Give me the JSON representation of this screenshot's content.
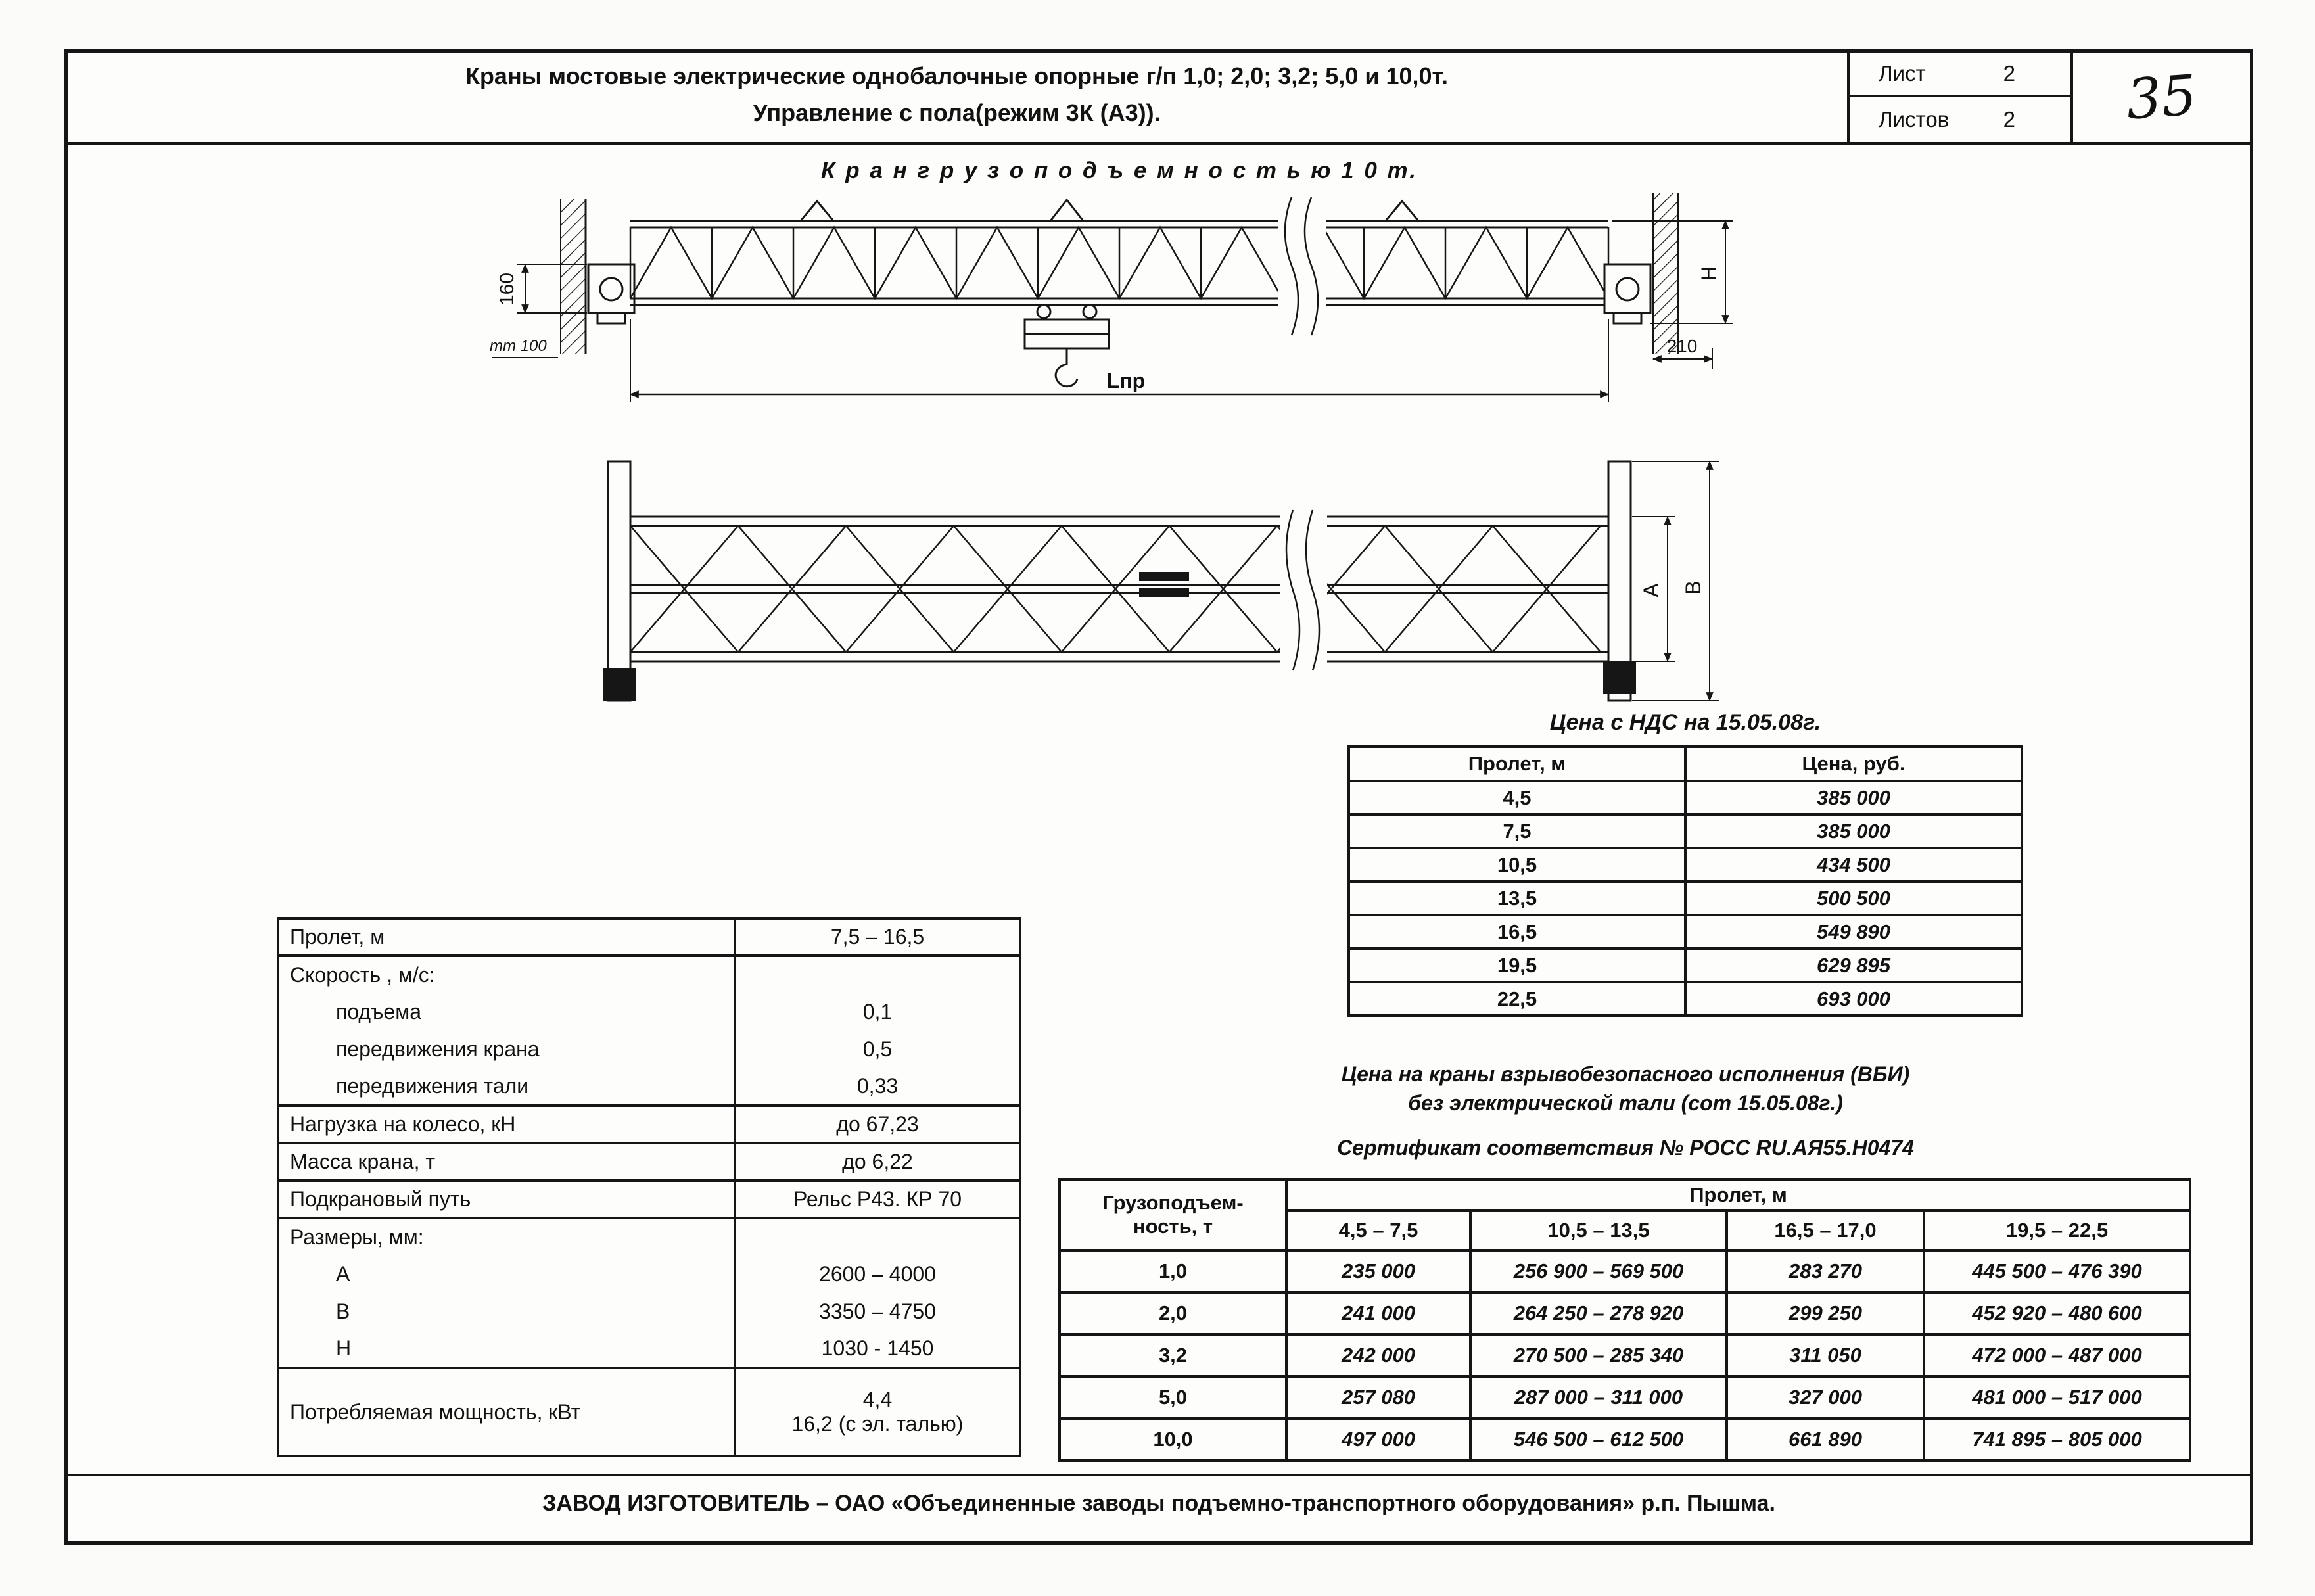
{
  "header": {
    "title_line1": "Краны мостовые электрические однобалочные опорные г/п 1,0; 2,0; 3,2; 5,0 и 10,0т.",
    "title_line2": "Управление с пола(режим 3К (А3)).",
    "sheet_label": "Лист",
    "sheet_value": "2",
    "sheets_label": "Листов",
    "sheets_value": "2",
    "page_number": "35"
  },
  "drawing": {
    "caption": "К р а н   г р у з о п о д ъ е м н о с т ь ю   1 0   т.",
    "dims": {
      "d160": "160",
      "mm100": "mm 100",
      "lpr": "Lпр",
      "H": "H",
      "d210": "210",
      "A": "А",
      "B": "В"
    }
  },
  "spec_table": {
    "rows": [
      {
        "label": "Пролет, м",
        "value": "7,5 – 16,5"
      },
      {
        "label": "Скорость , м/с:",
        "value": ""
      },
      {
        "label": "подъема",
        "value": "0,1"
      },
      {
        "label": "передвижения крана",
        "value": "0,5"
      },
      {
        "label": "передвижения тали",
        "value": "0,33"
      },
      {
        "label": "Нагрузка на колесо, кН",
        "value": "до 67,23"
      },
      {
        "label": "Масса крана, т",
        "value": "до 6,22"
      },
      {
        "label": "Подкрановый путь",
        "value": "Рельс Р43. КР 70"
      },
      {
        "label": "Размеры, мм:",
        "value": ""
      },
      {
        "label": "А",
        "value": "2600 – 4000"
      },
      {
        "label": "В",
        "value": "3350 – 4750"
      },
      {
        "label": "Н",
        "value": "1030 - 1450"
      },
      {
        "label": "Потребляемая мощность, кВт",
        "value_line1": "4,4",
        "value_line2": "16,2 (с эл. талью)"
      }
    ]
  },
  "price_table": {
    "caption": "Цена с НДС на 15.05.08г.",
    "headers": [
      "Пролет, м",
      "Цена, руб."
    ],
    "rows": [
      [
        "4,5",
        "385 000"
      ],
      [
        "7,5",
        "385 000"
      ],
      [
        "10,5",
        "434 500"
      ],
      [
        "13,5",
        "500 500"
      ],
      [
        "16,5",
        "549 890"
      ],
      [
        "19,5",
        "629 895"
      ],
      [
        "22,5",
        "693 000"
      ]
    ]
  },
  "vbi": {
    "line1": "Цена на краны взрывобезопасного исполнения (ВБИ)",
    "line2": "без электрической тали (сот 15.05.08г.)",
    "certificate": "Сертификат соответствия № РОСС RU.АЯ55.Н0474"
  },
  "capacity_table": {
    "col0_header_line1": "Грузоподъем-",
    "col0_header_line2": "ность, т",
    "span_header": "Пролет, м",
    "span_cols": [
      "4,5 – 7,5",
      "10,5 – 13,5",
      "16,5 – 17,0",
      "19,5 – 22,5"
    ],
    "rows": [
      [
        "1,0",
        "235 000",
        "256 900 – 569 500",
        "283 270",
        "445 500 – 476 390"
      ],
      [
        "2,0",
        "241 000",
        "264 250 – 278 920",
        "299 250",
        "452 920 – 480 600"
      ],
      [
        "3,2",
        "242 000",
        "270 500 – 285 340",
        "311 050",
        "472 000 – 487 000"
      ],
      [
        "5,0",
        "257 080",
        "287 000 – 311 000",
        "327 000",
        "481 000 – 517 000"
      ],
      [
        "10,0",
        "497 000",
        "546 500 – 612 500",
        "661 890",
        "741 895 – 805 000"
      ]
    ]
  },
  "footer": {
    "text": "ЗАВОД ИЗГОТОВИТЕЛЬ – ОАО «Объединенные заводы подъемно-транспортного оборудования» р.п. Пышма."
  }
}
